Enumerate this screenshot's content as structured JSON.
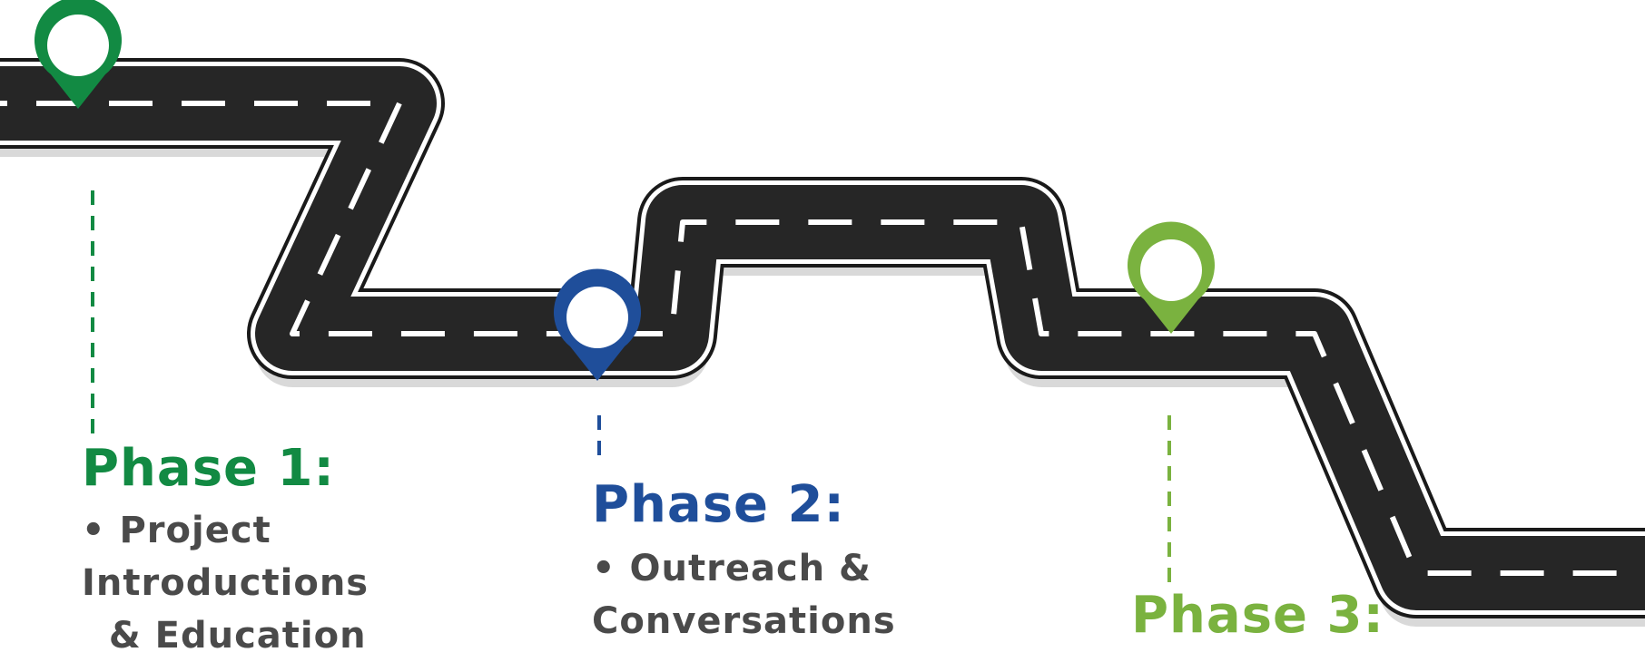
{
  "colors": {
    "road": "#262626",
    "road_outline": "#1a1a1a",
    "road_edge_line": "#ffffff",
    "lane_dash": "#ffffff",
    "shadow": "#d9d9d9",
    "text_body": "#4a4a4a"
  },
  "phases": [
    {
      "id": "phase-1",
      "title": "Phase 1:",
      "color": "#128a43",
      "marker_icon": "map-pin-icon",
      "lines": [
        "• Project",
        "Introductions",
        "  & Education"
      ]
    },
    {
      "id": "phase-2",
      "title": "Phase 2:",
      "color": "#1f4e9a",
      "marker_icon": "map-pin-icon",
      "lines": [
        "• Outreach &",
        "Conversations"
      ]
    },
    {
      "id": "phase-3",
      "title": "Phase 3:",
      "color": "#7ab23f",
      "marker_icon": "map-pin-icon",
      "lines": []
    }
  ]
}
